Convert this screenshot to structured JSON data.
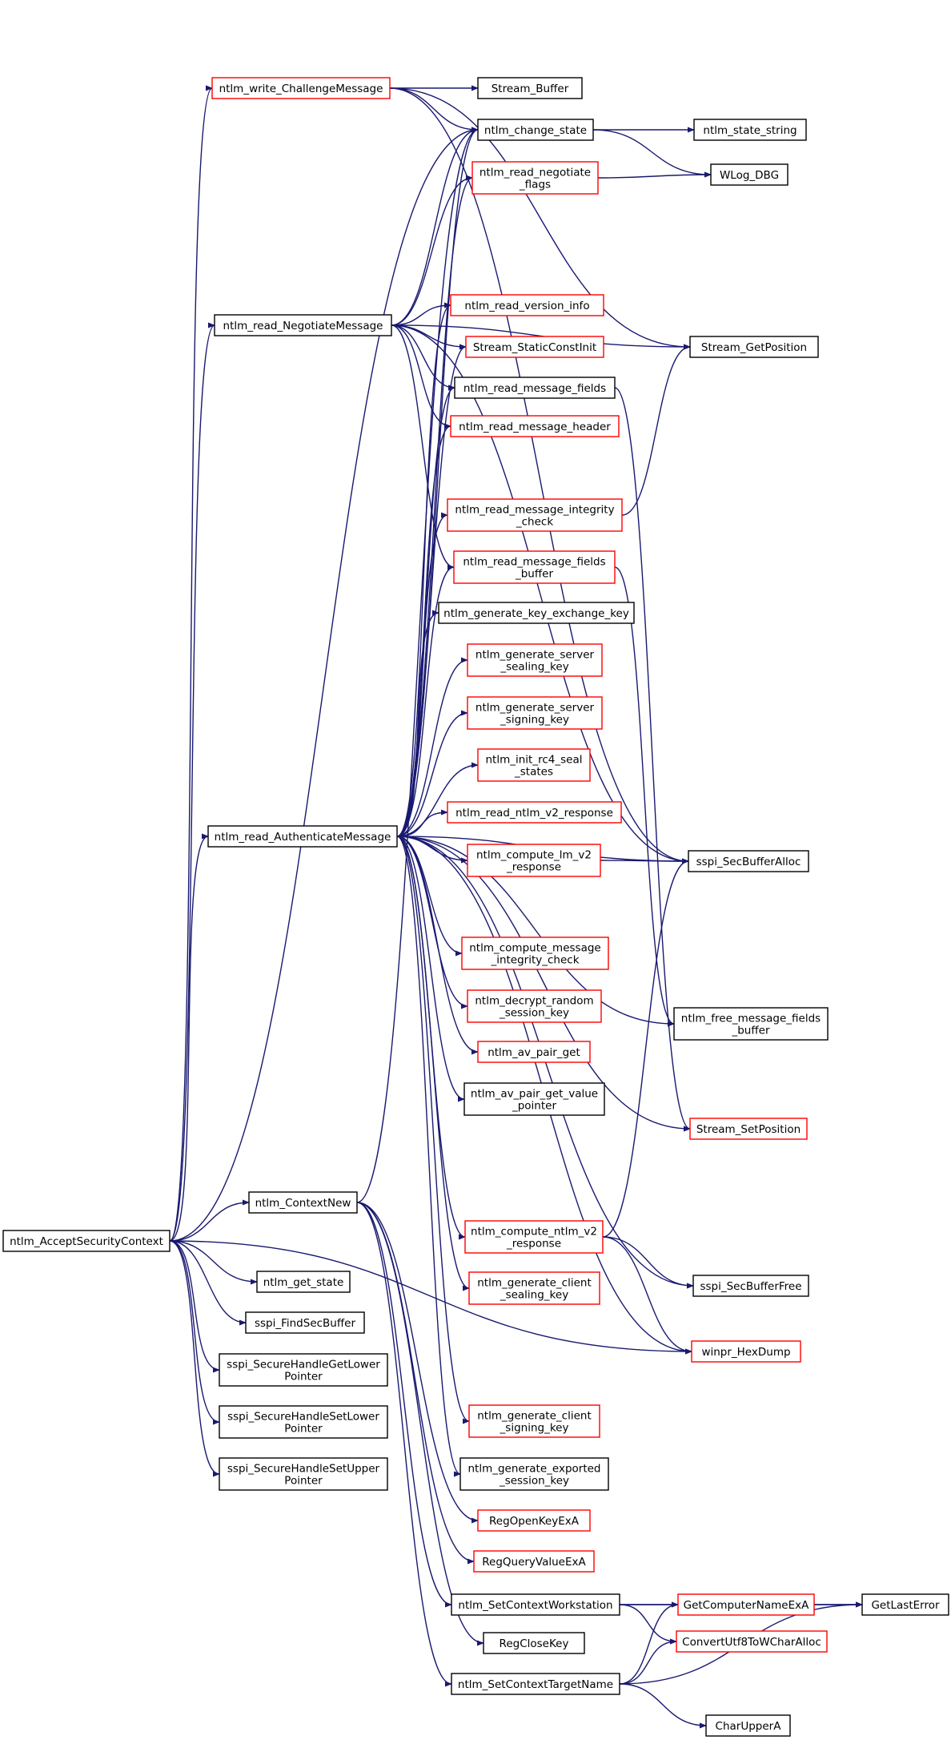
{
  "colors": {
    "edge": "#191970",
    "border_black": "#000000",
    "border_red": "#ff0000",
    "root_fill": "#bfbfbf"
  },
  "nodes": [
    {
      "id": "root",
      "lines": [
        "ntlm_AcceptSecurityContext"
      ],
      "border": "black",
      "fill": "root"
    },
    {
      "id": "write_challenge",
      "lines": [
        "ntlm_write_ChallengeMessage"
      ],
      "border": "red"
    },
    {
      "id": "stream_buffer",
      "lines": [
        "Stream_Buffer"
      ],
      "border": "black"
    },
    {
      "id": "change_state",
      "lines": [
        "ntlm_change_state"
      ],
      "border": "black"
    },
    {
      "id": "state_string",
      "lines": [
        "ntlm_state_string"
      ],
      "border": "black"
    },
    {
      "id": "read_neg_flags",
      "lines": [
        "ntlm_read_negotiate",
        "_flags"
      ],
      "border": "red"
    },
    {
      "id": "wlog_dbg",
      "lines": [
        "WLog_DBG"
      ],
      "border": "black"
    },
    {
      "id": "read_negotiate",
      "lines": [
        "ntlm_read_NegotiateMessage"
      ],
      "border": "black"
    },
    {
      "id": "read_version",
      "lines": [
        "ntlm_read_version_info"
      ],
      "border": "red"
    },
    {
      "id": "stream_static",
      "lines": [
        "Stream_StaticConstInit"
      ],
      "border": "red"
    },
    {
      "id": "stream_getpos",
      "lines": [
        "Stream_GetPosition"
      ],
      "border": "black"
    },
    {
      "id": "read_msg_fields",
      "lines": [
        "ntlm_read_message_fields"
      ],
      "border": "black"
    },
    {
      "id": "read_msg_header",
      "lines": [
        "ntlm_read_message_header"
      ],
      "border": "red"
    },
    {
      "id": "read_integrity",
      "lines": [
        "ntlm_read_message_integrity",
        "_check"
      ],
      "border": "red"
    },
    {
      "id": "read_fields_buffer",
      "lines": [
        "ntlm_read_message_fields",
        "_buffer"
      ],
      "border": "red"
    },
    {
      "id": "gen_key_exchange",
      "lines": [
        "ntlm_generate_key_exchange_key"
      ],
      "border": "black"
    },
    {
      "id": "gen_server_sealing",
      "lines": [
        "ntlm_generate_server",
        "_sealing_key"
      ],
      "border": "red"
    },
    {
      "id": "gen_server_signing",
      "lines": [
        "ntlm_generate_server",
        "_signing_key"
      ],
      "border": "red"
    },
    {
      "id": "init_rc4",
      "lines": [
        "ntlm_init_rc4_seal",
        "_states"
      ],
      "border": "red"
    },
    {
      "id": "read_ntlm_v2",
      "lines": [
        "ntlm_read_ntlm_v2_response"
      ],
      "border": "red"
    },
    {
      "id": "read_authenticate",
      "lines": [
        "ntlm_read_AuthenticateMessage"
      ],
      "border": "black"
    },
    {
      "id": "compute_lm_v2",
      "lines": [
        "ntlm_compute_lm_v2",
        "_response"
      ],
      "border": "red"
    },
    {
      "id": "secbuffer_alloc",
      "lines": [
        "sspi_SecBufferAlloc"
      ],
      "border": "black"
    },
    {
      "id": "compute_integrity",
      "lines": [
        "ntlm_compute_message",
        "_integrity_check"
      ],
      "border": "red"
    },
    {
      "id": "decrypt_random",
      "lines": [
        "ntlm_decrypt_random",
        "_session_key"
      ],
      "border": "red"
    },
    {
      "id": "free_fields_buffer",
      "lines": [
        "ntlm_free_message_fields",
        "_buffer"
      ],
      "border": "black"
    },
    {
      "id": "av_pair_get",
      "lines": [
        "ntlm_av_pair_get"
      ],
      "border": "red"
    },
    {
      "id": "av_pair_value",
      "lines": [
        "ntlm_av_pair_get_value",
        "_pointer"
      ],
      "border": "black"
    },
    {
      "id": "stream_setpos",
      "lines": [
        "Stream_SetPosition"
      ],
      "border": "red"
    },
    {
      "id": "context_new",
      "lines": [
        "ntlm_ContextNew"
      ],
      "border": "black"
    },
    {
      "id": "compute_ntlm_v2",
      "lines": [
        "ntlm_compute_ntlm_v2",
        "_response"
      ],
      "border": "red"
    },
    {
      "id": "get_state",
      "lines": [
        "ntlm_get_state"
      ],
      "border": "black"
    },
    {
      "id": "gen_client_sealing",
      "lines": [
        "ntlm_generate_client",
        "_sealing_key"
      ],
      "border": "red"
    },
    {
      "id": "secbuffer_free",
      "lines": [
        "sspi_SecBufferFree"
      ],
      "border": "black"
    },
    {
      "id": "find_secbuffer",
      "lines": [
        "sspi_FindSecBuffer"
      ],
      "border": "black"
    },
    {
      "id": "hexdump",
      "lines": [
        "winpr_HexDump"
      ],
      "border": "red"
    },
    {
      "id": "handle_get_lower",
      "lines": [
        "sspi_SecureHandleGetLower",
        "Pointer"
      ],
      "border": "black"
    },
    {
      "id": "gen_client_signing",
      "lines": [
        "ntlm_generate_client",
        "_signing_key"
      ],
      "border": "red"
    },
    {
      "id": "handle_set_lower",
      "lines": [
        "sspi_SecureHandleSetLower",
        "Pointer"
      ],
      "border": "black"
    },
    {
      "id": "gen_exported",
      "lines": [
        "ntlm_generate_exported",
        "_session_key"
      ],
      "border": "black"
    },
    {
      "id": "handle_set_upper",
      "lines": [
        "sspi_SecureHandleSetUpper",
        "Pointer"
      ],
      "border": "black"
    },
    {
      "id": "reg_open",
      "lines": [
        "RegOpenKeyExA"
      ],
      "border": "red"
    },
    {
      "id": "reg_query",
      "lines": [
        "RegQueryValueExA"
      ],
      "border": "red"
    },
    {
      "id": "set_workstation",
      "lines": [
        "ntlm_SetContextWorkstation"
      ],
      "border": "black"
    },
    {
      "id": "get_computer_name",
      "lines": [
        "GetComputerNameExA"
      ],
      "border": "red"
    },
    {
      "id": "get_last_error",
      "lines": [
        "GetLastError"
      ],
      "border": "black"
    },
    {
      "id": "convert_utf8",
      "lines": [
        "ConvertUtf8ToWCharAlloc"
      ],
      "border": "red"
    },
    {
      "id": "reg_close",
      "lines": [
        "RegCloseKey"
      ],
      "border": "black"
    },
    {
      "id": "set_target_name",
      "lines": [
        "ntlm_SetContextTargetName"
      ],
      "border": "black"
    },
    {
      "id": "char_upper",
      "lines": [
        "CharUpperA"
      ],
      "border": "black"
    }
  ],
  "edges": [
    [
      "root",
      "write_challenge"
    ],
    [
      "root",
      "change_state"
    ],
    [
      "root",
      "read_negotiate"
    ],
    [
      "root",
      "read_authenticate"
    ],
    [
      "root",
      "context_new"
    ],
    [
      "root",
      "get_state"
    ],
    [
      "root",
      "find_secbuffer"
    ],
    [
      "root",
      "handle_get_lower"
    ],
    [
      "root",
      "handle_set_lower"
    ],
    [
      "root",
      "handle_set_upper"
    ],
    [
      "root",
      "hexdump"
    ],
    [
      "write_challenge",
      "stream_buffer"
    ],
    [
      "write_challenge",
      "change_state"
    ],
    [
      "write_challenge",
      "stream_getpos"
    ],
    [
      "write_challenge",
      "secbuffer_alloc"
    ],
    [
      "change_state",
      "state_string"
    ],
    [
      "change_state",
      "wlog_dbg"
    ],
    [
      "read_neg_flags",
      "wlog_dbg"
    ],
    [
      "read_negotiate",
      "change_state"
    ],
    [
      "read_negotiate",
      "read_neg_flags"
    ],
    [
      "read_negotiate",
      "read_version"
    ],
    [
      "read_negotiate",
      "stream_static"
    ],
    [
      "read_negotiate",
      "read_msg_fields"
    ],
    [
      "read_negotiate",
      "read_msg_header"
    ],
    [
      "read_negotiate",
      "read_fields_buffer"
    ],
    [
      "read_negotiate",
      "stream_getpos"
    ],
    [
      "read_negotiate",
      "secbuffer_alloc"
    ],
    [
      "read_msg_fields",
      "stream_setpos"
    ],
    [
      "read_integrity",
      "stream_getpos"
    ],
    [
      "read_fields_buffer",
      "free_fields_buffer"
    ],
    [
      "read_authenticate",
      "change_state"
    ],
    [
      "read_authenticate",
      "read_neg_flags"
    ],
    [
      "read_authenticate",
      "read_version"
    ],
    [
      "read_authenticate",
      "stream_static"
    ],
    [
      "read_authenticate",
      "read_msg_fields"
    ],
    [
      "read_authenticate",
      "read_msg_header"
    ],
    [
      "read_authenticate",
      "read_integrity"
    ],
    [
      "read_authenticate",
      "read_fields_buffer"
    ],
    [
      "read_authenticate",
      "gen_key_exchange"
    ],
    [
      "read_authenticate",
      "gen_server_sealing"
    ],
    [
      "read_authenticate",
      "gen_server_signing"
    ],
    [
      "read_authenticate",
      "init_rc4"
    ],
    [
      "read_authenticate",
      "read_ntlm_v2"
    ],
    [
      "read_authenticate",
      "compute_lm_v2"
    ],
    [
      "read_authenticate",
      "secbuffer_alloc"
    ],
    [
      "read_authenticate",
      "compute_integrity"
    ],
    [
      "read_authenticate",
      "decrypt_random"
    ],
    [
      "read_authenticate",
      "av_pair_get"
    ],
    [
      "read_authenticate",
      "av_pair_value"
    ],
    [
      "read_authenticate",
      "free_fields_buffer"
    ],
    [
      "read_authenticate",
      "stream_setpos"
    ],
    [
      "read_authenticate",
      "compute_ntlm_v2"
    ],
    [
      "read_authenticate",
      "gen_client_sealing"
    ],
    [
      "read_authenticate",
      "gen_client_signing"
    ],
    [
      "read_authenticate",
      "gen_exported"
    ],
    [
      "read_authenticate",
      "secbuffer_free"
    ],
    [
      "read_authenticate",
      "hexdump"
    ],
    [
      "compute_lm_v2",
      "secbuffer_alloc"
    ],
    [
      "compute_ntlm_v2",
      "secbuffer_alloc"
    ],
    [
      "compute_ntlm_v2",
      "secbuffer_free"
    ],
    [
      "compute_ntlm_v2",
      "hexdump"
    ],
    [
      "context_new",
      "change_state"
    ],
    [
      "context_new",
      "reg_open"
    ],
    [
      "context_new",
      "reg_query"
    ],
    [
      "context_new",
      "set_workstation"
    ],
    [
      "context_new",
      "reg_close"
    ],
    [
      "context_new",
      "set_target_name"
    ],
    [
      "set_workstation",
      "get_computer_name"
    ],
    [
      "set_workstation",
      "get_last_error"
    ],
    [
      "set_workstation",
      "convert_utf8"
    ],
    [
      "set_target_name",
      "get_computer_name"
    ],
    [
      "set_target_name",
      "convert_utf8"
    ],
    [
      "set_target_name",
      "get_last_error"
    ],
    [
      "set_target_name",
      "char_upper"
    ],
    [
      "get_computer_name",
      "get_last_error"
    ]
  ]
}
